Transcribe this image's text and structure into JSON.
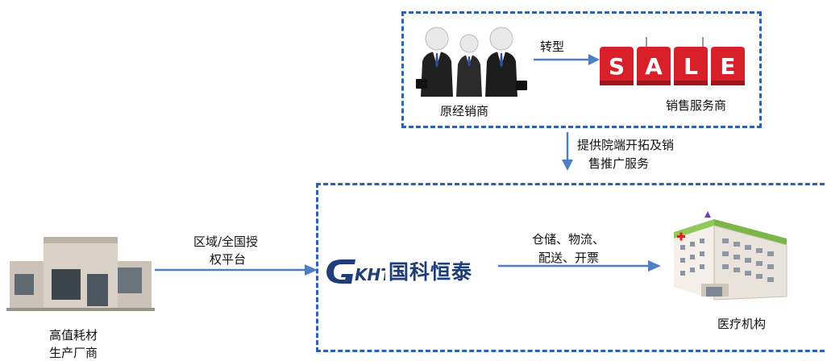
{
  "top_group": {
    "distributor_label": "原经销商",
    "transform_label": "转型",
    "service_provider_label": "销售服务商",
    "sale_sign_letters": [
      "S",
      "A",
      "L",
      "E"
    ]
  },
  "middle_arrow": {
    "line1": "提供院端开拓及销",
    "line2": "售推广服务"
  },
  "left_node": {
    "line1": "高值耗材",
    "line2": "生产厂商"
  },
  "left_arrow": {
    "line1": "区域/全国授",
    "line2": "权平台"
  },
  "company": {
    "logo_mark": "GKHT",
    "name": "国科恒泰"
  },
  "right_arrow": {
    "line1": "仓储、物流、",
    "line2": "配送、开票"
  },
  "right_node": {
    "label": "医疗机构"
  },
  "colors": {
    "dashed_border": "#2e62b1",
    "arrow": "#4f7fc2",
    "sale_red": "#d8202a",
    "logo_blue": "#1f3d79"
  }
}
